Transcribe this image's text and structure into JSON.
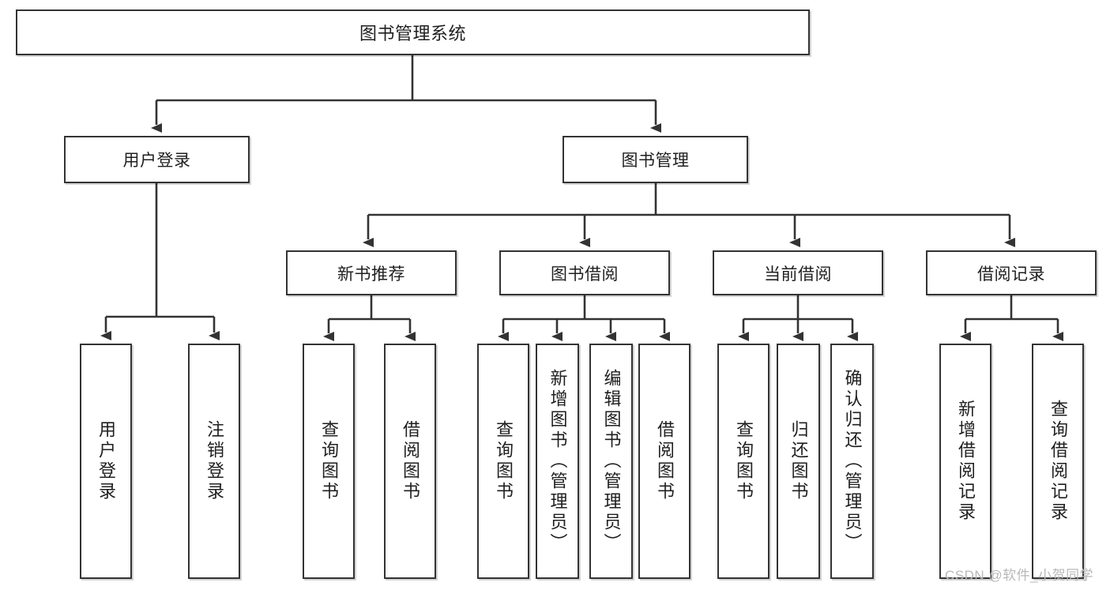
{
  "diagram": {
    "type": "tree-hierarchy",
    "title": "图书管理系统",
    "orientation": "top-down",
    "line_color": "#333333",
    "box_fill": "#ffffff",
    "text_color": "#1f1f1f"
  },
  "nodes": {
    "root": {
      "label": "图书管理系统",
      "level": 1,
      "text_dir": "horizontal"
    },
    "l2": [
      {
        "id": "user-login",
        "label": "用户登录",
        "level": 2,
        "text_dir": "horizontal"
      },
      {
        "id": "book-manage",
        "label": "图书管理",
        "level": 2,
        "text_dir": "horizontal"
      }
    ],
    "l3": [
      {
        "id": "new-book-recommend",
        "label": "新书推荐",
        "level": 3,
        "text_dir": "horizontal",
        "parent": "book-manage"
      },
      {
        "id": "book-borrow",
        "label": "图书借阅",
        "level": 3,
        "text_dir": "horizontal",
        "parent": "book-manage"
      },
      {
        "id": "current-borrow",
        "label": "当前借阅",
        "level": 3,
        "text_dir": "horizontal",
        "parent": "book-manage"
      },
      {
        "id": "borrow-record",
        "label": "借阅记录",
        "level": 3,
        "text_dir": "horizontal",
        "parent": "book-manage"
      }
    ],
    "leaves": [
      {
        "id": "leaf-user-login",
        "label": "用户登录",
        "parent": "user-login",
        "text_dir": "vertical"
      },
      {
        "id": "leaf-logout-login",
        "label": "注销登录",
        "parent": "user-login",
        "text_dir": "vertical"
      },
      {
        "id": "leaf-query-book-1",
        "label": "查询图书",
        "parent": "new-book-recommend",
        "text_dir": "vertical"
      },
      {
        "id": "leaf-borrow-book-1",
        "label": "借阅图书",
        "parent": "new-book-recommend",
        "text_dir": "vertical"
      },
      {
        "id": "leaf-query-book-2",
        "label": "查询图书",
        "parent": "book-borrow",
        "text_dir": "vertical"
      },
      {
        "id": "leaf-add-book",
        "label": "新增图书（管理员）",
        "parent": "book-borrow",
        "text_dir": "vertical"
      },
      {
        "id": "leaf-edit-book",
        "label": "编辑图书（管理员）",
        "parent": "book-borrow",
        "text_dir": "vertical"
      },
      {
        "id": "leaf-borrow-book-2",
        "label": "借阅图书",
        "parent": "book-borrow",
        "text_dir": "vertical"
      },
      {
        "id": "leaf-query-book-3",
        "label": "查询图书",
        "parent": "current-borrow",
        "text_dir": "vertical"
      },
      {
        "id": "leaf-return-book",
        "label": "归还图书",
        "parent": "current-borrow",
        "text_dir": "vertical"
      },
      {
        "id": "leaf-confirm-return",
        "label": "确认归还（管理员）",
        "parent": "current-borrow",
        "text_dir": "vertical"
      },
      {
        "id": "leaf-add-record",
        "label": "新增借阅记录",
        "parent": "borrow-record",
        "text_dir": "vertical"
      },
      {
        "id": "leaf-query-record",
        "label": "查询借阅记录",
        "parent": "borrow-record",
        "text_dir": "vertical"
      }
    ]
  },
  "watermark": {
    "text": "CSDN @软件_小贺同学"
  }
}
